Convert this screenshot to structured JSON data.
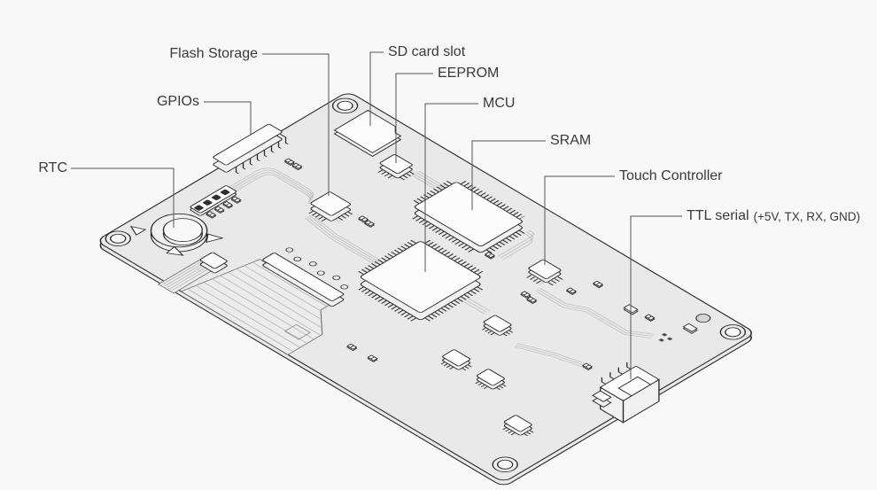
{
  "callouts": [
    {
      "id": "rtc",
      "text": "RTC"
    },
    {
      "id": "gpios",
      "text": "GPIOs"
    },
    {
      "id": "flash-storage",
      "text": "Flash Storage"
    },
    {
      "id": "sd-card-slot",
      "text": "SD card slot"
    },
    {
      "id": "eeprom",
      "text": "EEPROM"
    },
    {
      "id": "mcu",
      "text": "MCU"
    },
    {
      "id": "sram",
      "text": "SRAM"
    },
    {
      "id": "touch-controller",
      "text": "Touch Controller"
    },
    {
      "id": "ttl-serial",
      "text": "TTL serial",
      "detail": "(+5V, TX, RX, GND)"
    }
  ],
  "colors": {
    "background": "#f8f8f8",
    "board_fill": "#e9e9e9",
    "outline": "#2e2e2e",
    "trace": "#c2c2c2",
    "chip_face": "#fcfcfc",
    "label_text": "#3a3a3a",
    "leader_line": "#555555"
  }
}
